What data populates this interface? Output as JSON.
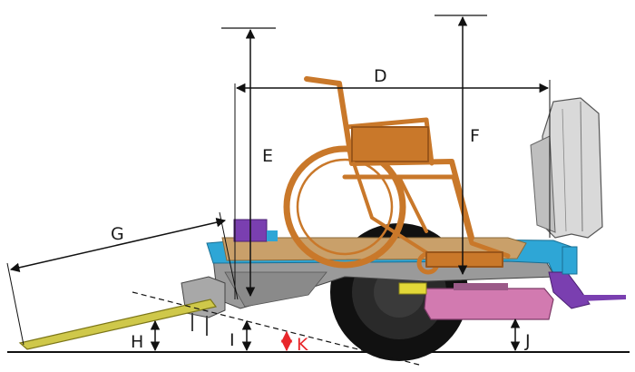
{
  "labels": {
    "D": "D",
    "E": "E",
    "F": "F",
    "G": "G",
    "H": "H",
    "I": "I",
    "J": "J",
    "K": "K"
  },
  "colors": {
    "frame": "#2ea6d6",
    "deck": "#c9a06a",
    "wheelchair": "#c9782a",
    "ramp": "#cfc84a",
    "battery": "#d27ab0",
    "purple_part": "#7a3fb0",
    "dimension_line": "#111111",
    "accent_dimension": "#e8262a"
  }
}
